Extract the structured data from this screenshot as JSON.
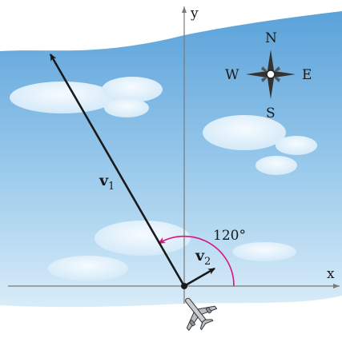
{
  "axes": {
    "x_label": "x",
    "y_label": "y"
  },
  "compass": {
    "north": "N",
    "south": "S",
    "east": "E",
    "west": "W"
  },
  "vectors": {
    "v1": {
      "letter": "v",
      "subscript": "1",
      "direction_deg": 120
    },
    "v2": {
      "letter": "v",
      "subscript": "2",
      "direction_deg": 30
    }
  },
  "angle": {
    "value_deg": 120,
    "label": "120°"
  },
  "colors": {
    "sky_top": "#5aa2da",
    "sky_bottom": "#cfe6f6",
    "cloud": "#eaf5fc",
    "vector": "#1a1a1a",
    "angle_arc": "#d6157d",
    "axis": "#7a7a7a"
  },
  "icons": {
    "airplane": "airplane-icon",
    "compass": "compass-rose-icon"
  }
}
